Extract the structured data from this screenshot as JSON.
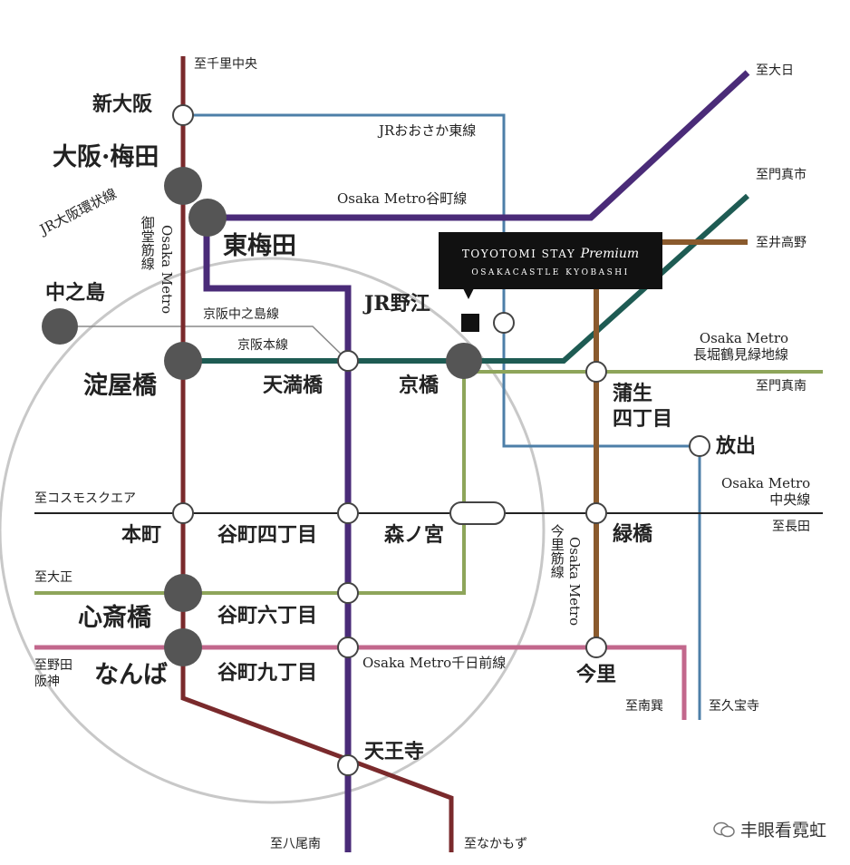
{
  "colors": {
    "midosuji": "#7a2a2c",
    "tanimachi": "#4a2b78",
    "loop": "#c8c8c8",
    "keihan": "#1e5b53",
    "tsurumi": "#8ea55a",
    "chuo": "#4d7fa8",
    "imazatosuji": "#8a5a2d",
    "sennichimae": "#c2678c",
    "tozai": "#4e88b0",
    "black": "#222222"
  },
  "brand": {
    "line1": "TOYOTOMI STAY",
    "line1_script": "Premium",
    "line2": "OSAKACASTLE KYOBASHI"
  },
  "stations": {
    "shin_osaka": "新大阪",
    "osaka_umeda": "大阪·梅田",
    "higashi_umeda": "東梅田",
    "nakanoshima": "中之島",
    "yodoyabashi": "淀屋橋",
    "tenmabashi": "天満橋",
    "kyobashi": "京橋",
    "jr_noe": "JR野江",
    "gamo": "蒲生\n四丁目",
    "hanaten": "放出",
    "honmachi": "本町",
    "tanimachi4": "谷町四丁目",
    "morinomiya": "森ノ宮",
    "midoribashi": "緑橋",
    "shinsaibashi": "心斎橋",
    "tanimachi6": "谷町六丁目",
    "namba": "なんば",
    "tanimachi9": "谷町九丁目",
    "imazato": "今里",
    "tennoji": "天王寺"
  },
  "lines": {
    "tozai": "JRおおさか東線",
    "tanimachi": "Osaka Metro谷町線",
    "loop": "JR大阪環状線",
    "midosuji": "御堂筋線",
    "midosuji_metro": "Osaka Metro",
    "keihan_nakanoshima": "京阪中之島線",
    "keihan_main": "京阪本線",
    "tsurumi": "Osaka Metro\n長堀鶴見緑地線",
    "chuo": "Osaka Metro\n中央線",
    "imazato_metro": "Osaka Metro",
    "imazato": "今里筋線",
    "sennichimae": "Osaka Metro千日前線"
  },
  "destinations": {
    "senri": "至千里中央",
    "dainichi": "至大日",
    "kadoma": "至門真市",
    "idaka": "至井高野",
    "kadoma_minami": "至門真南",
    "cosmo": "至コスモスクエア",
    "nagata": "至長田",
    "taisho": "至大正",
    "noda": "至野田\n阪神",
    "minami_tatsumi": "至南巽",
    "kyuhoji": "至久宝寺",
    "yao": "至八尾南",
    "nakamozu": "至なかもず"
  },
  "watermark": "丰眼看霓虹"
}
